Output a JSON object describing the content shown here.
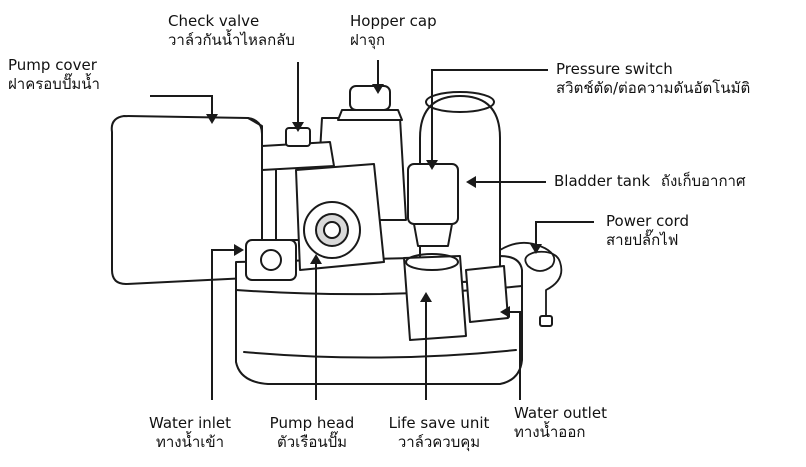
{
  "labels": {
    "check_valve": {
      "en": "Check valve",
      "th": "วาล์วกันน้ำไหลกลับ"
    },
    "hopper_cap": {
      "en": "Hopper cap",
      "th": "ฝาจุก"
    },
    "pump_cover": {
      "en": "Pump cover",
      "th": "ฝาครอบปั๊มน้ำ"
    },
    "pressure_switch": {
      "en": "Pressure switch",
      "th": "สวิตช์ตัด/ต่อความดันอัตโนมัติ"
    },
    "bladder_tank": {
      "en": "Bladder tank",
      "th": "ถังเก็บอากาศ"
    },
    "power_cord": {
      "en": "Power cord",
      "th": "สายปลั๊กไฟ"
    },
    "water_outlet": {
      "en": "Water outlet",
      "th": "ทางน้ำออก"
    },
    "water_inlet": {
      "en": "Water inlet",
      "th": "ทางน้ำเข้า"
    },
    "pump_head": {
      "en": "Pump head",
      "th": "ตัวเรือนปั๊ม"
    },
    "life_save_unit": {
      "en": "Life save unit",
      "th": "วาล์วควบคุม"
    }
  },
  "colors": {
    "line": "#1a1a1a",
    "fill": "#ffffff",
    "shade": "#d9d9d9"
  }
}
